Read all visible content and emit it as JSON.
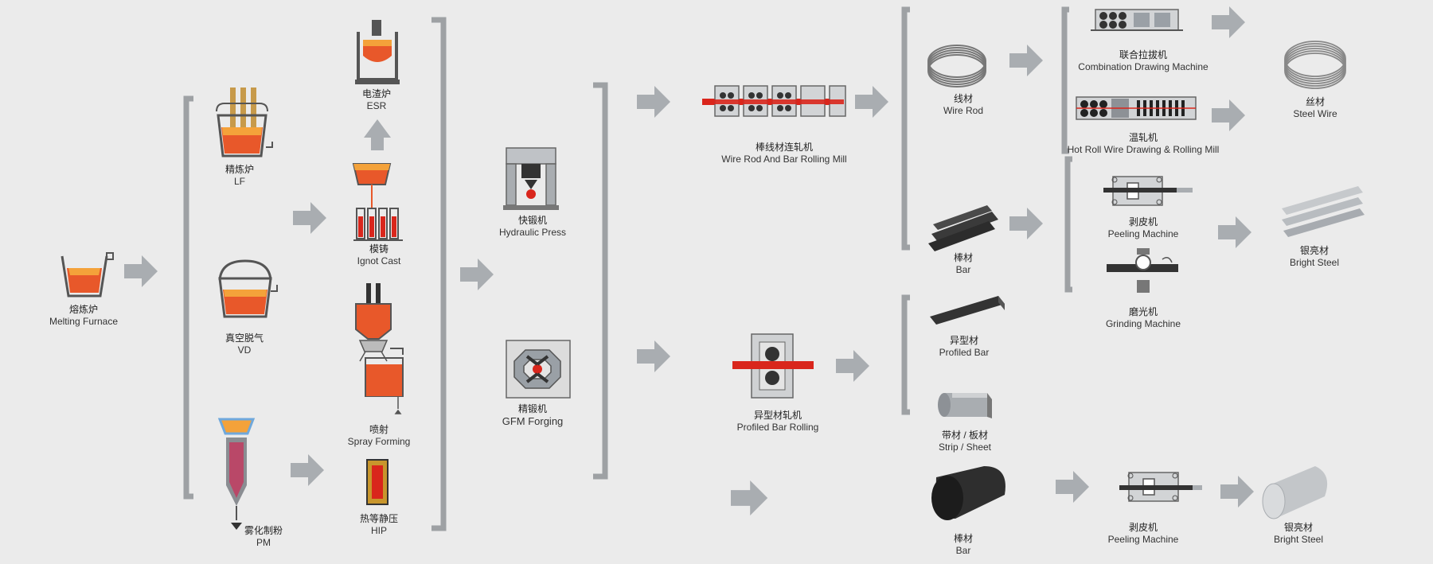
{
  "nodes": {
    "melting_furnace": {
      "cn": "熔炼炉",
      "en": "Melting Furnace"
    },
    "lf": {
      "cn": "精炼炉",
      "en": "LF"
    },
    "vd": {
      "cn": "真空脱气",
      "en": "VD"
    },
    "pm": {
      "cn": "雾化制粉",
      "en": "PM"
    },
    "esr": {
      "cn": "电渣炉",
      "en": "ESR"
    },
    "ingot_cast": {
      "cn": "模铸",
      "en": "Ignot Cast"
    },
    "spray_forming": {
      "cn": "喷射",
      "en": "Spray Forming"
    },
    "hip": {
      "cn": "热等静压",
      "en": "HIP"
    },
    "hydraulic_press": {
      "cn": "快锻机",
      "en": "Hydraulic Press"
    },
    "gfm_forging": {
      "cn": "精锻机",
      "en": "GFM Forging"
    },
    "rolling_mill": {
      "cn": "棒线材连轧机",
      "en": "Wire Rod And Bar Rolling Mill"
    },
    "profiled_bar_rolling": {
      "cn": "异型材轧机",
      "en": "Profiled Bar Rolling"
    },
    "wire_rod": {
      "cn": "线材",
      "en": "Wire Rod"
    },
    "bar_top": {
      "cn": "棒材",
      "en": "Bar"
    },
    "profiled_bar": {
      "cn": "异型材",
      "en": "Profiled Bar"
    },
    "strip_sheet": {
      "cn": "带材 / 板材",
      "en": "Strip / Sheet"
    },
    "bar_bottom": {
      "cn": "棒材",
      "en": "Bar"
    },
    "combination_drawing": {
      "cn": "联合拉拔机",
      "en": "Combination Drawing Machine"
    },
    "hot_roll_wire": {
      "cn": "温轧机",
      "en": "Hot Roll Wire Drawing & Rolling Mill"
    },
    "peeling_top": {
      "cn": "剥皮机",
      "en": "Peeling Machine"
    },
    "grinding": {
      "cn": "磨光机",
      "en": "Grinding Machine"
    },
    "peeling_bottom": {
      "cn": "剥皮机",
      "en": "Peeling Machine"
    },
    "steel_wire": {
      "cn": "丝材",
      "en": "Steel Wire"
    },
    "bright_steel_top": {
      "cn": "银亮材",
      "en": "Bright Steel"
    },
    "bright_steel_bottom": {
      "cn": "银亮材",
      "en": "Bright Steel"
    }
  },
  "colors": {
    "background": "#ebebeb",
    "arrow": "#a9adb1",
    "bracket": "#9ea1a4",
    "molten": "#e8582a",
    "molten_light": "#f4a23a",
    "machine_frame": "#8d9196",
    "red_bar": "#d9261c",
    "dark_steel": "#3a3a3a"
  }
}
